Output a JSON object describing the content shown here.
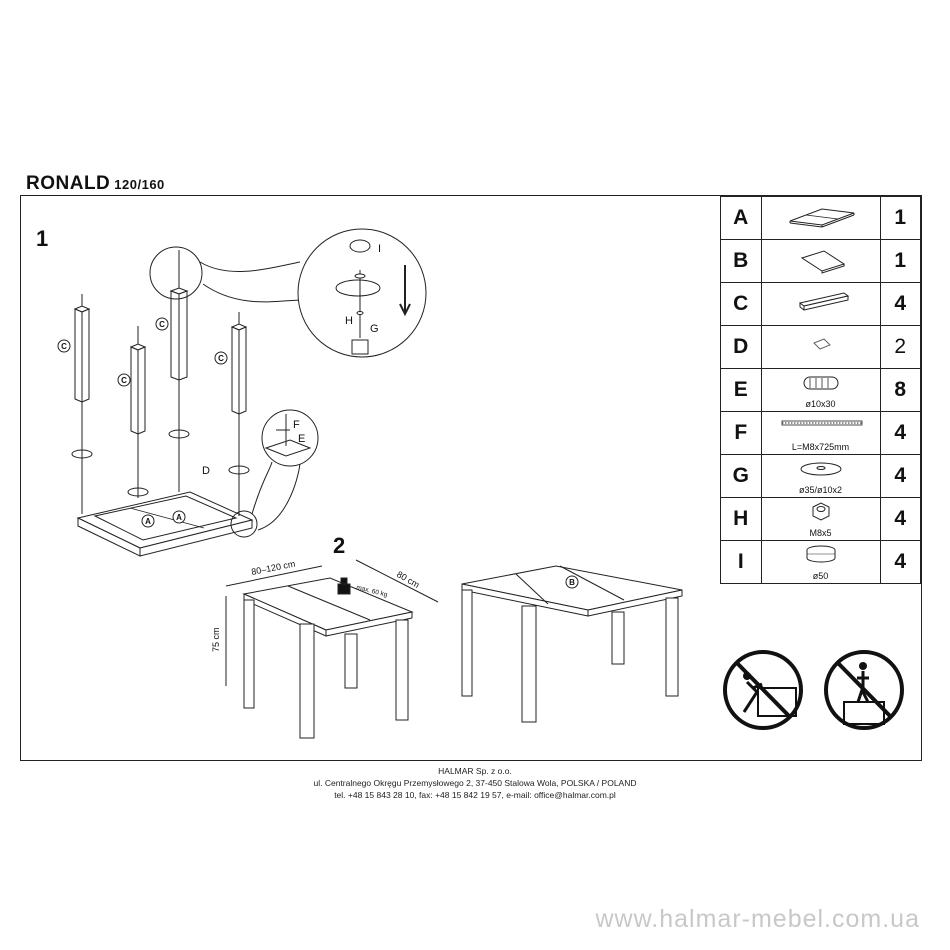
{
  "header": {
    "title": "RONALD",
    "subtitle": "120/160"
  },
  "steps": [
    "1",
    "2"
  ],
  "parts": [
    {
      "letter": "A",
      "label": "",
      "qty": "1"
    },
    {
      "letter": "B",
      "label": "",
      "qty": "1"
    },
    {
      "letter": "C",
      "label": "",
      "qty": "4"
    },
    {
      "letter": "D",
      "label": "",
      "qty": "2"
    },
    {
      "letter": "E",
      "label": "ø10x30",
      "qty": "8"
    },
    {
      "letter": "F",
      "label": "L=M8x725mm",
      "qty": "4"
    },
    {
      "letter": "G",
      "label": "ø35/ø10x2",
      "qty": "4"
    },
    {
      "letter": "H",
      "label": "M8x5",
      "qty": "4"
    },
    {
      "letter": "I",
      "label": "ø50",
      "qty": "4"
    }
  ],
  "diagram_labels": {
    "c_marker": "C",
    "a_marker": "A",
    "b_marker": "B",
    "d_label": "D",
    "i_label": "I",
    "h_label": "H",
    "g_label": "G",
    "f_label": "F",
    "e_label": "E",
    "width_dim": "80–120  cm",
    "depth_dim": "80 cm",
    "height_dim": "75 cm",
    "max_load": "max. 60 kg"
  },
  "footer": {
    "company": "HALMAR Sp. z o.o.",
    "address": "ul. Centralnego Okręgu Przemysłowego 2, 37-450 Stalowa Wola, POLSKA / POLAND",
    "contact": "tel. +48 15 843 28 10, fax: +48 15 842 19 57, e-mail: office@halmar.com.pl"
  },
  "website": "www.halmar-mebel.com.ua"
}
